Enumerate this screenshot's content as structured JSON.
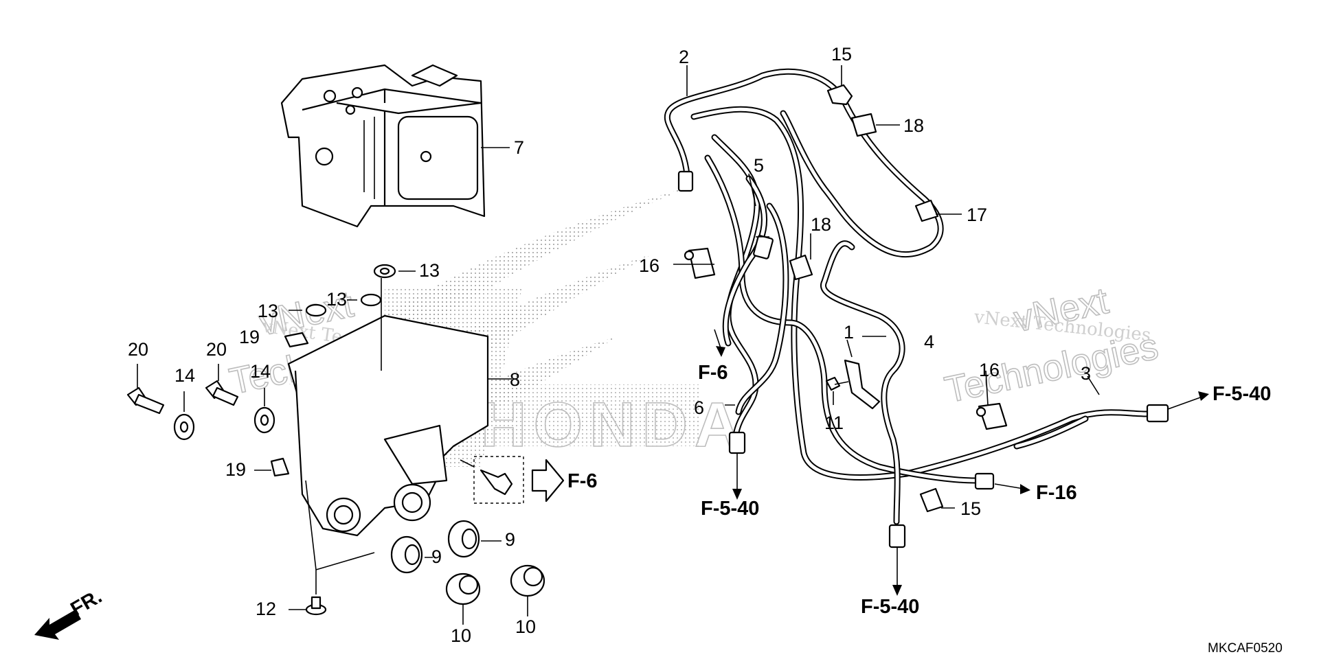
{
  "diagram_code": "MKCAF0520",
  "front_indicator": "FR.",
  "watermark": {
    "brand_line_1": "vNext",
    "brand_line_2": "Technologies",
    "brand_full": "vNext Technologies"
  },
  "callouts": {
    "p1": "1",
    "p2": "2",
    "p3": "3",
    "p4": "4",
    "p5": "5",
    "p6": "6",
    "p7": "7",
    "p8": "8",
    "p9a": "9",
    "p9b": "9",
    "p10a": "10",
    "p10b": "10",
    "p11": "11",
    "p12": "12",
    "p13a": "13",
    "p13b": "13",
    "p13c": "13",
    "p14a": "14",
    "p14b": "14",
    "p15a": "15",
    "p15b": "15",
    "p16a": "16",
    "p16b": "16",
    "p17": "17",
    "p18a": "18",
    "p18b": "18",
    "p19a": "19",
    "p19b": "19",
    "p20a": "20",
    "p20b": "20"
  },
  "references": {
    "f6_center": "F-6",
    "f6_right": "F-6",
    "f540_a": "F-5-40",
    "f540_b": "F-5-40",
    "f540_c": "F-5-40",
    "f16": "F-16"
  },
  "icons": {
    "front_arrow": "front-direction-arrow-icon",
    "ref_arrow": "hollow-reference-arrow-icon"
  }
}
